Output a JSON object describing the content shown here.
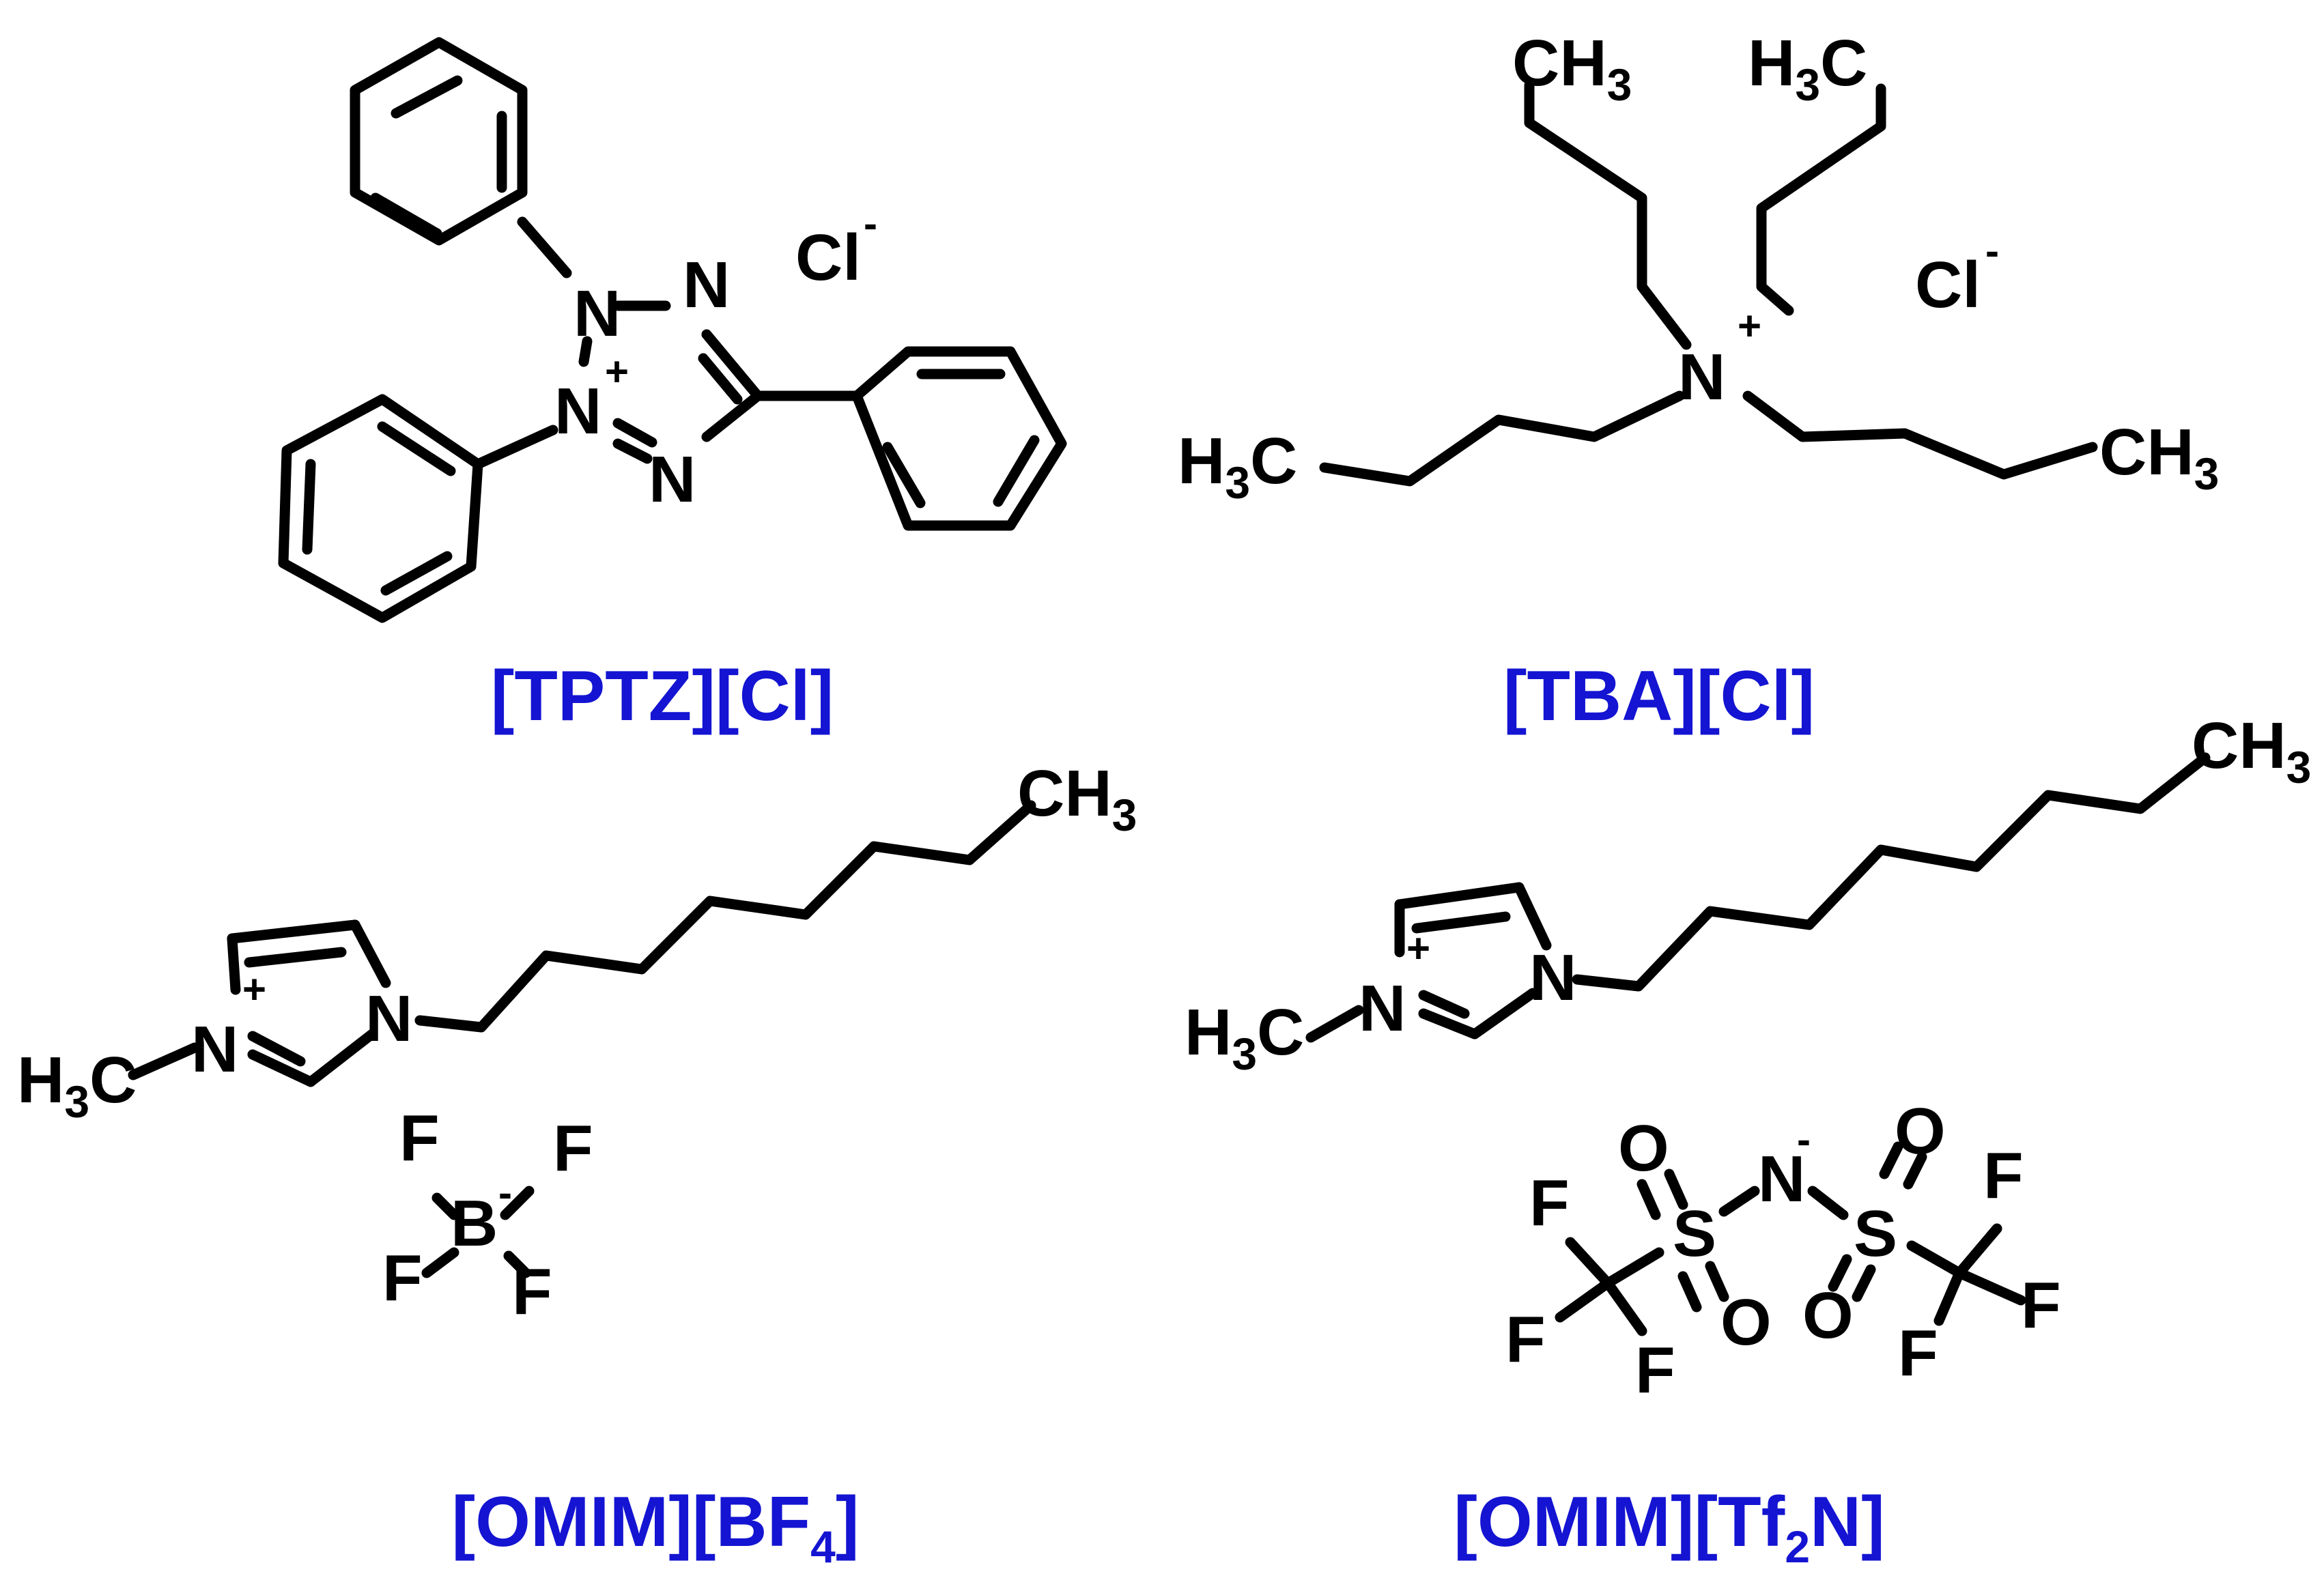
{
  "colors": {
    "caption": "#1414d2",
    "structure": "#000000",
    "background": "#ffffff"
  },
  "atoms": {
    "N": "N",
    "Cl": "Cl",
    "C": "C",
    "H": "H",
    "F": "F",
    "B": "B",
    "O": "O",
    "S": "S",
    "CH": "CH",
    "three": "3",
    "four": "4",
    "two": "2",
    "plus": "+",
    "minus": "-"
  },
  "captions": {
    "tptz": "[TPTZ][Cl]",
    "tba": "[TBA][Cl]",
    "omim_bf4_main": "[OMIM][BF",
    "omim_bf4_sub": "4",
    "omim_bf4_end": "]",
    "omim_tf2n_main": "[OMIM][Tf",
    "omim_tf2n_sub": "2",
    "omim_tf2n_end": "N]"
  }
}
